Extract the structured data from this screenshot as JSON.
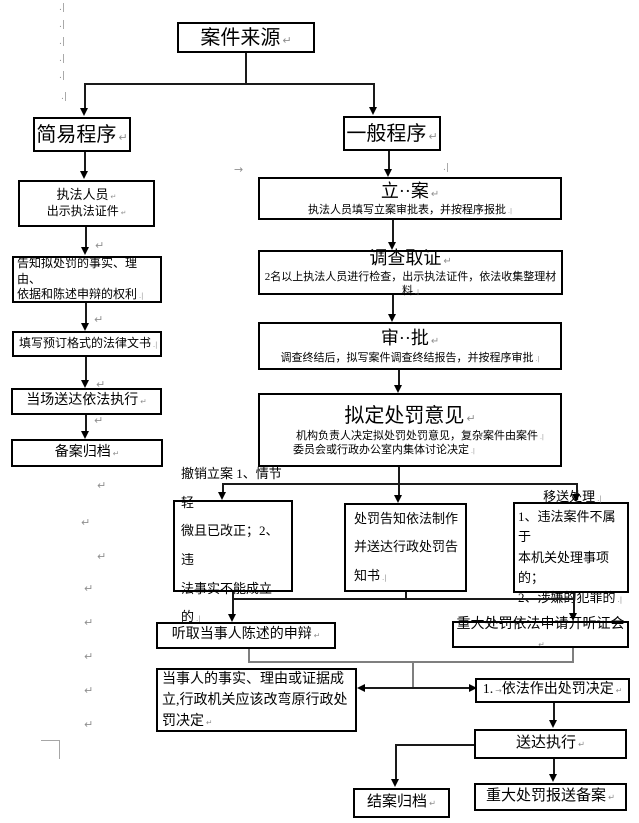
{
  "nodes": {
    "case_source": "案件来源",
    "simple_procedure": "简易程序",
    "general_procedure": "一般程序",
    "enforce1": "执法人员",
    "enforce2": "出示执法证件",
    "inform1": "告知拟处罚的事实、理由、",
    "inform2": "依据和陈述申辩的权利",
    "fill_form": "填写预订格式的法律文书",
    "onsite": "当场送达依法执行",
    "archive": "备案归档",
    "lian_title": "立··案",
    "lian_body": "执法人员填写立案审批表，并按程序报批",
    "inv_title": "调查取证",
    "inv_body": "2名以上执法人员进行检查，出示执法证件，依法收集整理材料",
    "app_title": "审··批",
    "app_body": "调查终结后，拟写案件调查终结报告，并按程序审批",
    "op_title": "拟定处罚意见",
    "op_body1": "机构负责人决定拟处罚处罚意见，复杂案件由案件",
    "op_body2": "委员会或行政办公室内集体讨论决定",
    "revoke1": "撤销立案 1、情节轻",
    "revoke2": "微且已改正；2、违",
    "revoke3": "法事实不能成立的",
    "notice1": "处罚告知依法制作",
    "notice2": "并送达行政处罚告",
    "notice3": "知书",
    "transfer1": "移送处理",
    "transfer2": "1、违法案件不属于",
    "transfer3": "本机关处理事项的；",
    "transfer4": "2、涉嫌的犯罪的",
    "hear_left": "听取当事人陈述的申辩",
    "hear_right": "重大处罚依法申请开听证会",
    "party1": "当事人的事实、理由或证据成",
    "party2": "立,行政机关应该改弯原行政处",
    "party3": "罚决定",
    "decision_num": "1.",
    "decision_text": "依法作出处罚决定",
    "exec": "送达执行",
    "close": "结案归档",
    "major": "重大处罚报送备案"
  },
  "marks": {
    "pilcrow": "↵",
    "dotbar": ".|",
    "tab": "→"
  }
}
